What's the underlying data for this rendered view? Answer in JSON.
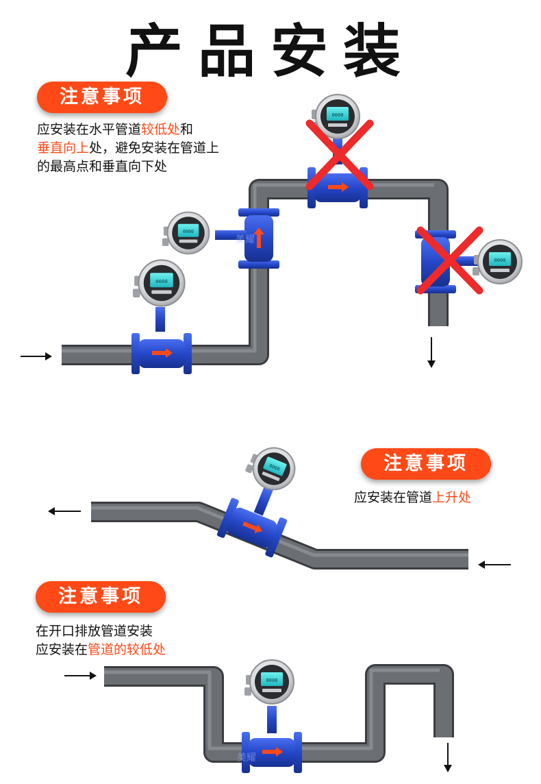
{
  "title": "产品安装",
  "sections": [
    {
      "badge": "注意事项",
      "lines": [
        [
          {
            "t": "应安装在水平管道"
          },
          {
            "t": "较低处",
            "hl": true
          },
          {
            "t": "和"
          }
        ],
        [
          {
            "t": "垂直向上",
            "hl": true
          },
          {
            "t": "处，避免安装在管道上"
          }
        ],
        [
          {
            "t": "的最高点和垂直向下处"
          }
        ]
      ]
    },
    {
      "badge": "注意事项",
      "lines": [
        [
          {
            "t": "应安装在管道"
          },
          {
            "t": "上升处",
            "hl": true
          }
        ]
      ]
    },
    {
      "badge": "注意事项",
      "lines": [
        [
          {
            "t": "在开口排放管道安装"
          }
        ],
        [
          {
            "t": "应安装在"
          },
          {
            "t": "管道的较低处",
            "hl": true
          }
        ]
      ]
    }
  ],
  "watermark": "美耀",
  "display_reading": "0000",
  "colors": {
    "accent": "#ff4a17",
    "pipe": "#5b5e63",
    "flowmeter_blue": "#2547c8",
    "cross": "#ee2a2a"
  }
}
